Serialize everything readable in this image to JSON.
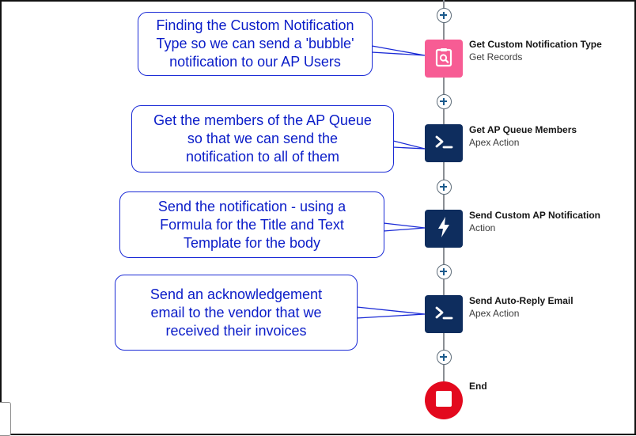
{
  "flow": {
    "nodes": [
      {
        "title": "Get Custom Notification Type",
        "subtitle": "Get Records",
        "icon": "get-records-icon",
        "color": "#f75c94"
      },
      {
        "title": "Get AP Queue Members",
        "subtitle": "Apex Action",
        "icon": "apex-terminal-icon",
        "color": "#0e2d5e"
      },
      {
        "title": "Send Custom AP Notification",
        "subtitle": "Action",
        "icon": "lightning-bolt-icon",
        "color": "#0e2d5e"
      },
      {
        "title": "Send Auto-Reply Email",
        "subtitle": "Apex Action",
        "icon": "apex-terminal-icon",
        "color": "#0e2d5e"
      }
    ],
    "end": {
      "label": "End",
      "icon": "stop-icon",
      "color": "#e3091e"
    }
  },
  "callouts": [
    {
      "lines": [
        "Finding the Custom Notification",
        "Type so we can send a 'bubble'",
        "notification to our AP Users"
      ]
    },
    {
      "lines": [
        "Get the members of the AP Queue",
        "so that we can send the",
        "notification to all of them"
      ]
    },
    {
      "lines": [
        "Send the notification - using a",
        "Formula for the Title and Text",
        "Template for the body"
      ]
    },
    {
      "lines": [
        "Send an acknowledgement",
        "email to the vendor that we",
        "received their invoices"
      ]
    }
  ],
  "colors": {
    "callout_border": "#1a2ad6",
    "callout_text": "#0a1cc8",
    "connector": "#8a8e94"
  }
}
